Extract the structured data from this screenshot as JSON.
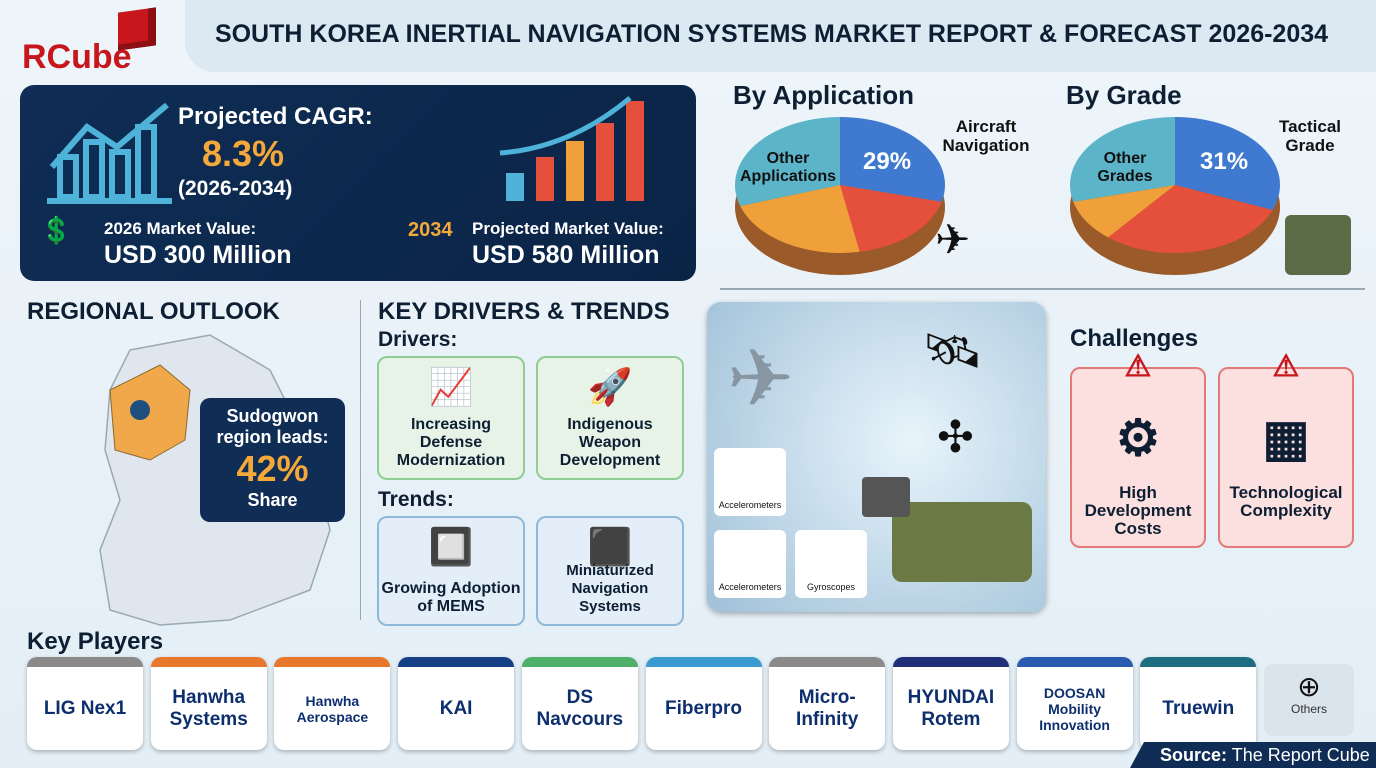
{
  "logo": {
    "text": "RCube"
  },
  "header": {
    "title": "SOUTH KOREA INERTIAL NAVIGATION SYSTEMS MARKET REPORT & FORECAST 2026-2034"
  },
  "kpi": {
    "cagr_label": "Projected CAGR:",
    "cagr_value": "8.3%",
    "cagr_period": "(2026-2034)",
    "market_2026_label": "2026 Market Value:",
    "market_2026_value": "USD 300 Million",
    "market_2034_year": "2034",
    "market_2034_label": "Projected Market Value:",
    "market_2034_value": "USD 580 Million"
  },
  "chart_data": [
    {
      "type": "pie",
      "title": "By Application",
      "slices": [
        {
          "label": "Aircraft Navigation",
          "value": 29,
          "color": "#3f7ad0",
          "value_label": "29%"
        },
        {
          "label": "",
          "value": 18,
          "color": "#e4503b"
        },
        {
          "label": "",
          "value": 23,
          "color": "#f0a03a"
        },
        {
          "label": "Other Applications",
          "value": 30,
          "color": "#5cb4c9"
        }
      ]
    },
    {
      "type": "pie",
      "title": "By Grade",
      "slices": [
        {
          "label": "Tactical Grade",
          "value": 31,
          "color": "#3f7ad0",
          "value_label": "31%"
        },
        {
          "label": "",
          "value": 30,
          "color": "#e4503b"
        },
        {
          "label": "",
          "value": 10,
          "color": "#f0a03a"
        },
        {
          "label": "Other Grades",
          "value": 29,
          "color": "#5cb4c9"
        }
      ]
    }
  ],
  "regional": {
    "title": "REGIONAL OUTLOOK",
    "callout_line1": "Sudogwon",
    "callout_line2": "region leads:",
    "callout_value": "42%",
    "callout_unit": "Share"
  },
  "drivers": {
    "title": "KEY DRIVERS & TRENDS",
    "drivers_label": "Drivers:",
    "trends_label": "Trends:",
    "drivers": [
      "Increasing Defense Modernization",
      "Indigenous Weapon Development"
    ],
    "trends": [
      "Growing Adoption of MEMS",
      "Miniaturized Navigation Systems"
    ]
  },
  "illustration": {
    "labels": [
      "Accelerometers",
      "Accelerometers",
      "Gyroscopes"
    ]
  },
  "challenges": {
    "title": "Challenges",
    "items": [
      "High Development Costs",
      "Technological Complexity"
    ]
  },
  "players": {
    "title": "Key Players",
    "items": [
      {
        "name": "LIG Nex1",
        "color": "#8a8a8a"
      },
      {
        "name": "Hanwha Systems",
        "color": "#e8772e"
      },
      {
        "name": "Hanwha Aerospace",
        "color": "#e8772e"
      },
      {
        "name": "KAI",
        "color": "#173f86"
      },
      {
        "name": "DS Navcours",
        "color": "#4fb06a"
      },
      {
        "name": "Fiberpro",
        "color": "#3a9bd0"
      },
      {
        "name": "Micro-Infinity",
        "color": "#8a8a8a"
      },
      {
        "name": "HYUNDAI Rotem",
        "color": "#1f2f78"
      },
      {
        "name": "DOOSAN Mobility Innovation",
        "color": "#2a5bb0"
      },
      {
        "name": "Truewin",
        "color": "#1f6d80"
      }
    ],
    "others": "Others"
  },
  "source": {
    "label": "Source:",
    "value": "The Report Cube"
  }
}
